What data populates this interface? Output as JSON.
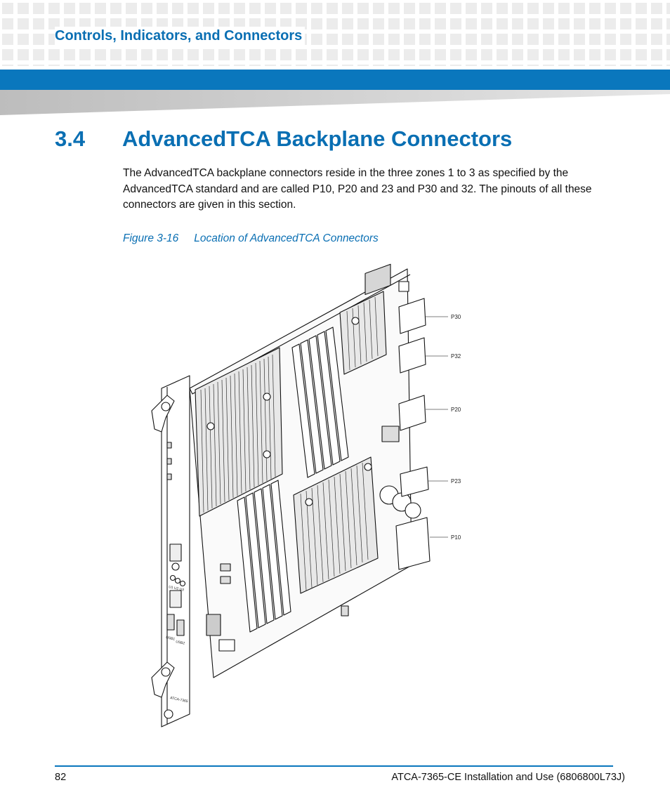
{
  "header": {
    "chapter_title": "Controls, Indicators, and Connectors"
  },
  "section": {
    "number": "3.4",
    "title": "AdvancedTCA Backplane Connectors",
    "body": "The AdvancedTCA backplane connectors reside in the three zones 1 to 3 as specified by the AdvancedTCA standard and are called P10, P20 and 23 and P30 and 32. The pinouts of all these connectors are given in this section."
  },
  "figure": {
    "number": "Figure 3-16",
    "caption": "Location of AdvancedTCA Connectors",
    "connector_labels": [
      "P30",
      "P32",
      "P20",
      "P23",
      "P10"
    ],
    "faceplate_labels": {
      "usb1": "USB1",
      "usb2": "USB2",
      "leds": "U1 U2 U3",
      "model": "ATCA-7365"
    }
  },
  "footer": {
    "page_number": "82",
    "doc_title": "ATCA-7365-CE Installation and Use (6806800L73J)"
  },
  "colors": {
    "accent_blue": "#0a77bd",
    "heading_blue": "#0a6fb3",
    "tile_gray": "#ececec",
    "wedge_gray": "#c8c8c8"
  }
}
